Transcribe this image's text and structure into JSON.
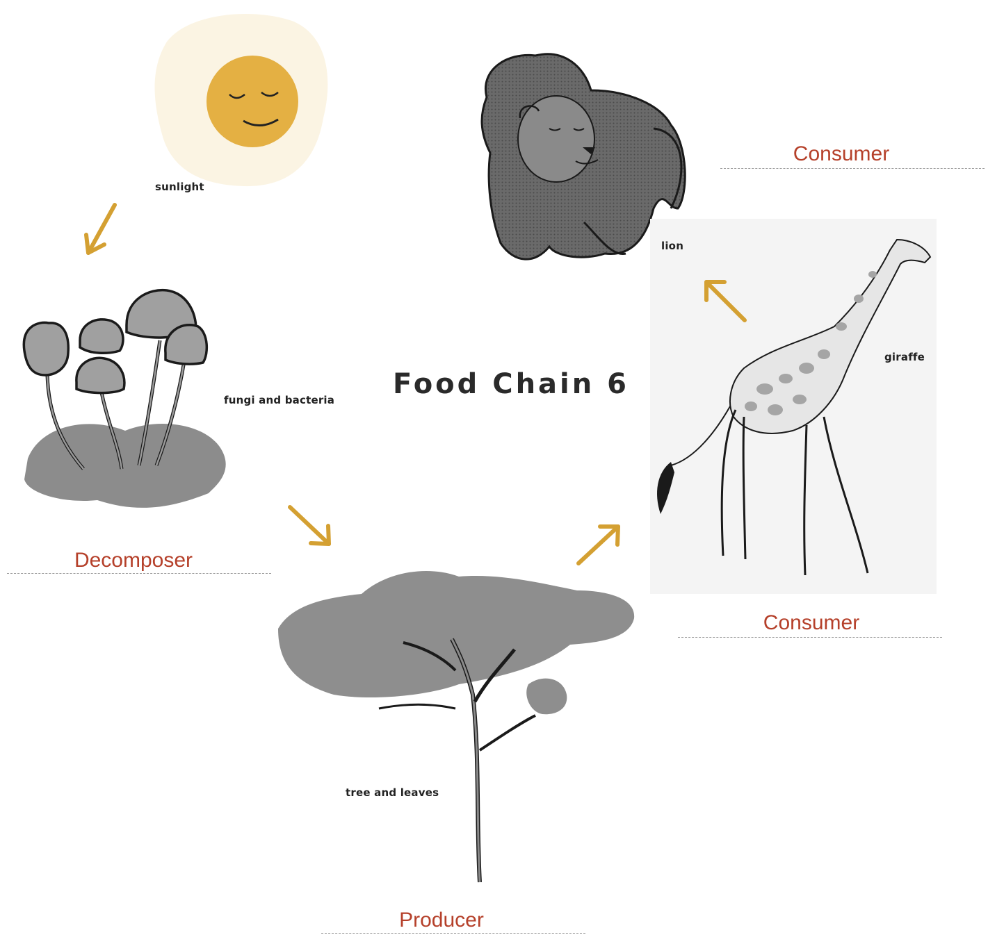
{
  "title": "Food Chain 6",
  "nodes": {
    "sunlight": {
      "label": "sunlight"
    },
    "fungi": {
      "label": "fungi and bacteria",
      "role": "Decomposer"
    },
    "tree": {
      "label": "tree and leaves",
      "role": "Producer"
    },
    "giraffe": {
      "label": "giraffe",
      "role": "Consumer"
    },
    "lion": {
      "label": "lion",
      "role": "Consumer"
    }
  },
  "colors": {
    "arrow": "#d4a032",
    "role_text": "#b5402a",
    "sun_fill": "#e4b043",
    "sun_glow": "#fbf4e3"
  },
  "arrows": [
    {
      "from": "sunlight",
      "to": "fungi"
    },
    {
      "from": "fungi",
      "to": "tree"
    },
    {
      "from": "tree",
      "to": "giraffe"
    },
    {
      "from": "giraffe",
      "to": "lion"
    }
  ]
}
